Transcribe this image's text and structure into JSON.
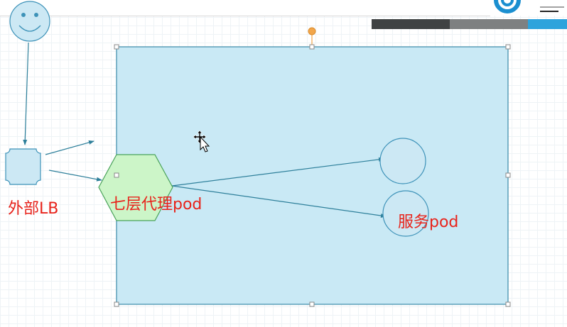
{
  "diagram": {
    "labels": {
      "external_lb": "外部LB",
      "l7_proxy_pod": "七层代理pod",
      "service_pod": "服务pod"
    },
    "colors": {
      "container_fill": "#c9e9f5",
      "container_stroke": "#3a8aa8",
      "hexagon_fill": "#ccf5c8",
      "hexagon_stroke": "#4aa35a",
      "shape_fill": "#cce8f4",
      "shape_stroke": "#3d92b8",
      "edge_color": "#2d7f9a",
      "label_color": "#e8231b",
      "handle_fill": "#ffffff",
      "handle_stroke": "#888888",
      "rotate_handle": "#f2a64a"
    },
    "icons": {
      "user": "smiley-face-icon",
      "load_balancer": "octagon-shape-icon",
      "cursor": "move-cursor-icon",
      "brand": "brand-logo-icon"
    }
  },
  "toolbar": {
    "stripe_colors": [
      "#3f4243",
      "#7e8081",
      "#2ea3dc"
    ]
  }
}
